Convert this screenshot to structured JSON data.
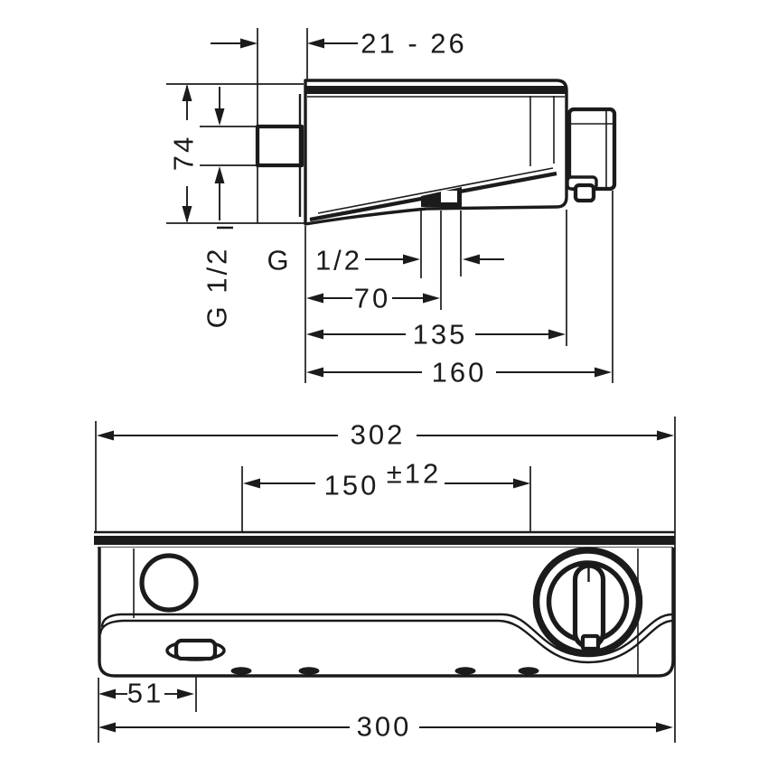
{
  "side_view": {
    "wall_offset": "21 - 26",
    "height": "74",
    "inlet_thread": "G 1/2",
    "outlet_thread_prefix": "G",
    "outlet_thread_size": "1/2",
    "outlet_center_distance": "70",
    "depth_body": "135",
    "depth_total": "160"
  },
  "front_view": {
    "width_total": "302",
    "connection_centers": "150",
    "connection_tolerance": "±12",
    "hook_offset": "51",
    "width_body": "300"
  },
  "colors": {
    "line": "#1b1b1b",
    "background": "#ffffff"
  }
}
